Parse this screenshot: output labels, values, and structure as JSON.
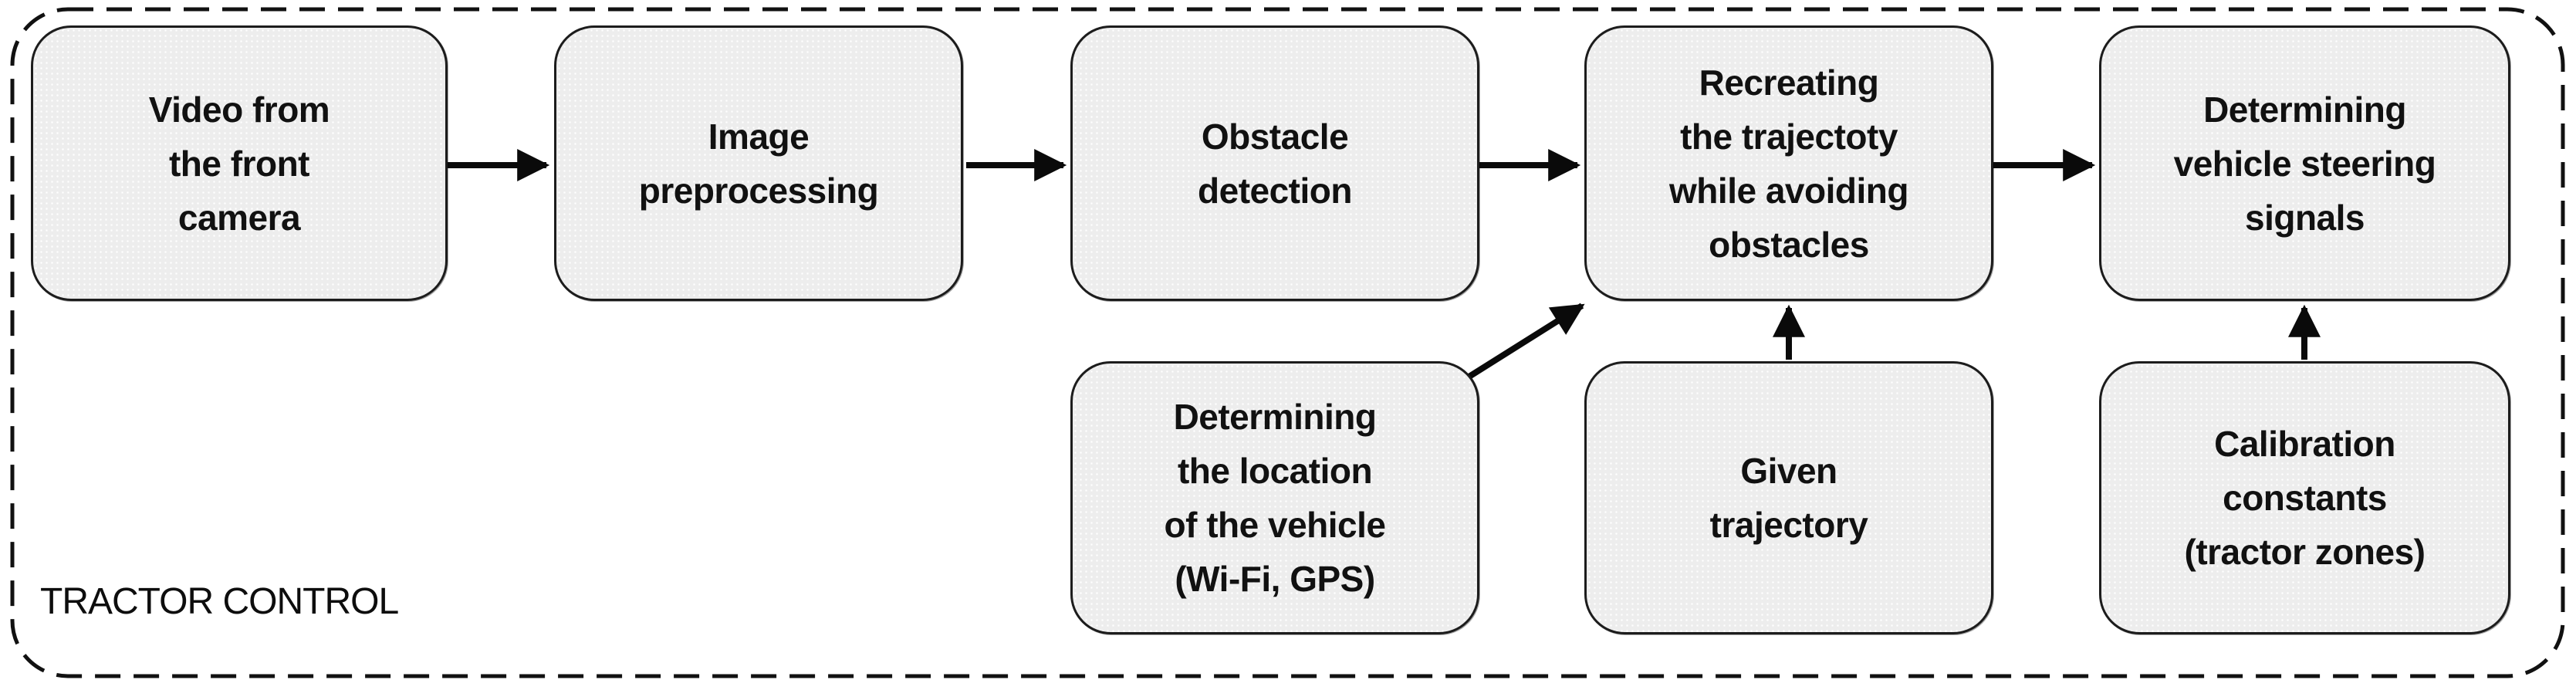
{
  "title": {
    "label": "TRACTOR CONTROL"
  },
  "colors": {
    "background": "#ffffff",
    "box_fill": "#ededed",
    "box_border": "#1c1c1c",
    "arrow": "#0a0a0a",
    "text": "#111111"
  },
  "nodes": {
    "video": {
      "label": "Video from\nthe front\ncamera"
    },
    "preprocess": {
      "label": "Image\npreprocessing"
    },
    "obstacle": {
      "label": "Obstacle\ndetection"
    },
    "recreate": {
      "label": "Recreating\nthe trajectoty\nwhile avoiding\nobstacles"
    },
    "steering": {
      "label": "Determining\nvehicle steering\nsignals"
    },
    "location": {
      "label": "Determining\nthe location\nof the vehicle\n(Wi-Fi, GPS)"
    },
    "given": {
      "label": "Given\ntrajectory"
    },
    "calibration": {
      "label": "Calibration\nconstants\n(tractor zones)"
    }
  },
  "edges": [
    {
      "from": "video",
      "to": "preprocess",
      "direction": "right"
    },
    {
      "from": "preprocess",
      "to": "obstacle",
      "direction": "right"
    },
    {
      "from": "obstacle",
      "to": "recreate",
      "direction": "right"
    },
    {
      "from": "recreate",
      "to": "steering",
      "direction": "right"
    },
    {
      "from": "location",
      "to": "recreate",
      "direction": "up-diagonal"
    },
    {
      "from": "given",
      "to": "recreate",
      "direction": "up"
    },
    {
      "from": "calibration",
      "to": "steering",
      "direction": "up"
    }
  ]
}
